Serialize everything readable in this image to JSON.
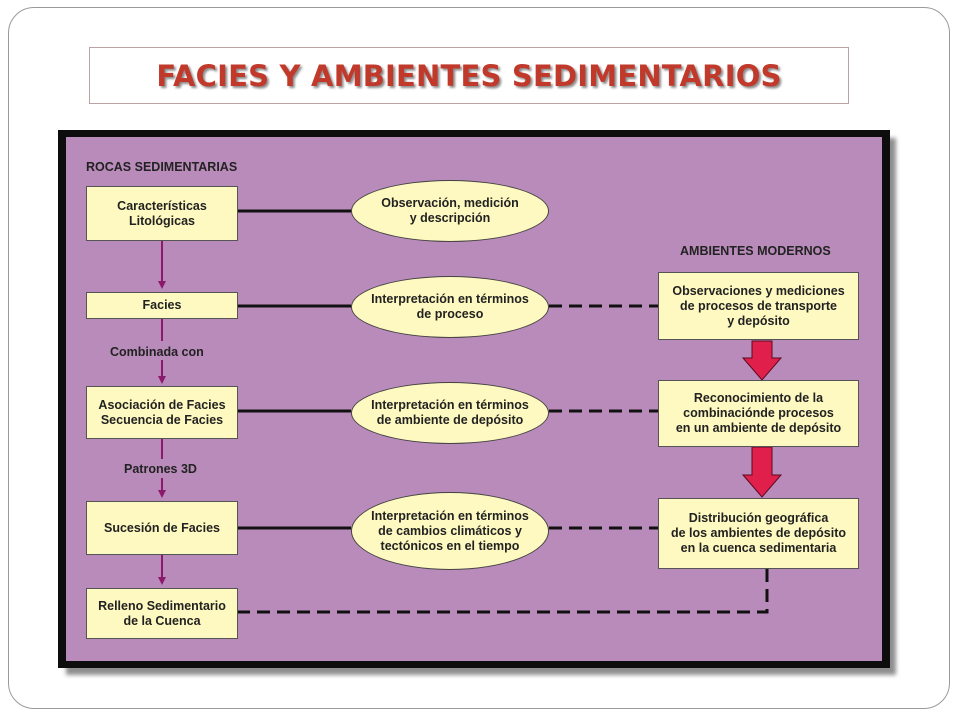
{
  "slide": {
    "title": "FACIES Y AMBIENTES SEDIMENTARIOS"
  },
  "colors": {
    "title": "#c0392b",
    "panel": "#b98bba",
    "box_fill": "#fef9c0",
    "flow_arrow": "#8b1a6b",
    "transition_arrow": "#e0204a"
  },
  "diagram": {
    "left_header": "ROCAS  SEDIMENTARIAS",
    "right_header": "AMBIENTES MODERNOS",
    "left_boxes": [
      "Características\nLitológicas",
      "Facies",
      "Asociación de Facies\nSecuencia de Facies",
      "Sucesión de Facies",
      "Relleno Sedimentario\nde la Cuenca"
    ],
    "connectors": [
      "Combinada con",
      "Patrones 3D"
    ],
    "ovals": [
      "Observación, medición\ny descripción",
      "Interpretación en términos\nde proceso",
      "Interpretación en términos\nde ambiente de depósito",
      "Interpretación en términos\nde cambios climáticos y\ntectónicos en el tiempo"
    ],
    "right_boxes": [
      "Observaciones y mediciones\nde procesos de transporte\ny depósito",
      "Reconocimiento de la\ncombinaciónde procesos\nen un ambiente de depósito",
      "Distribución geográfica\nde los ambientes de depósito\nen la cuenca sedimentaria"
    ]
  }
}
